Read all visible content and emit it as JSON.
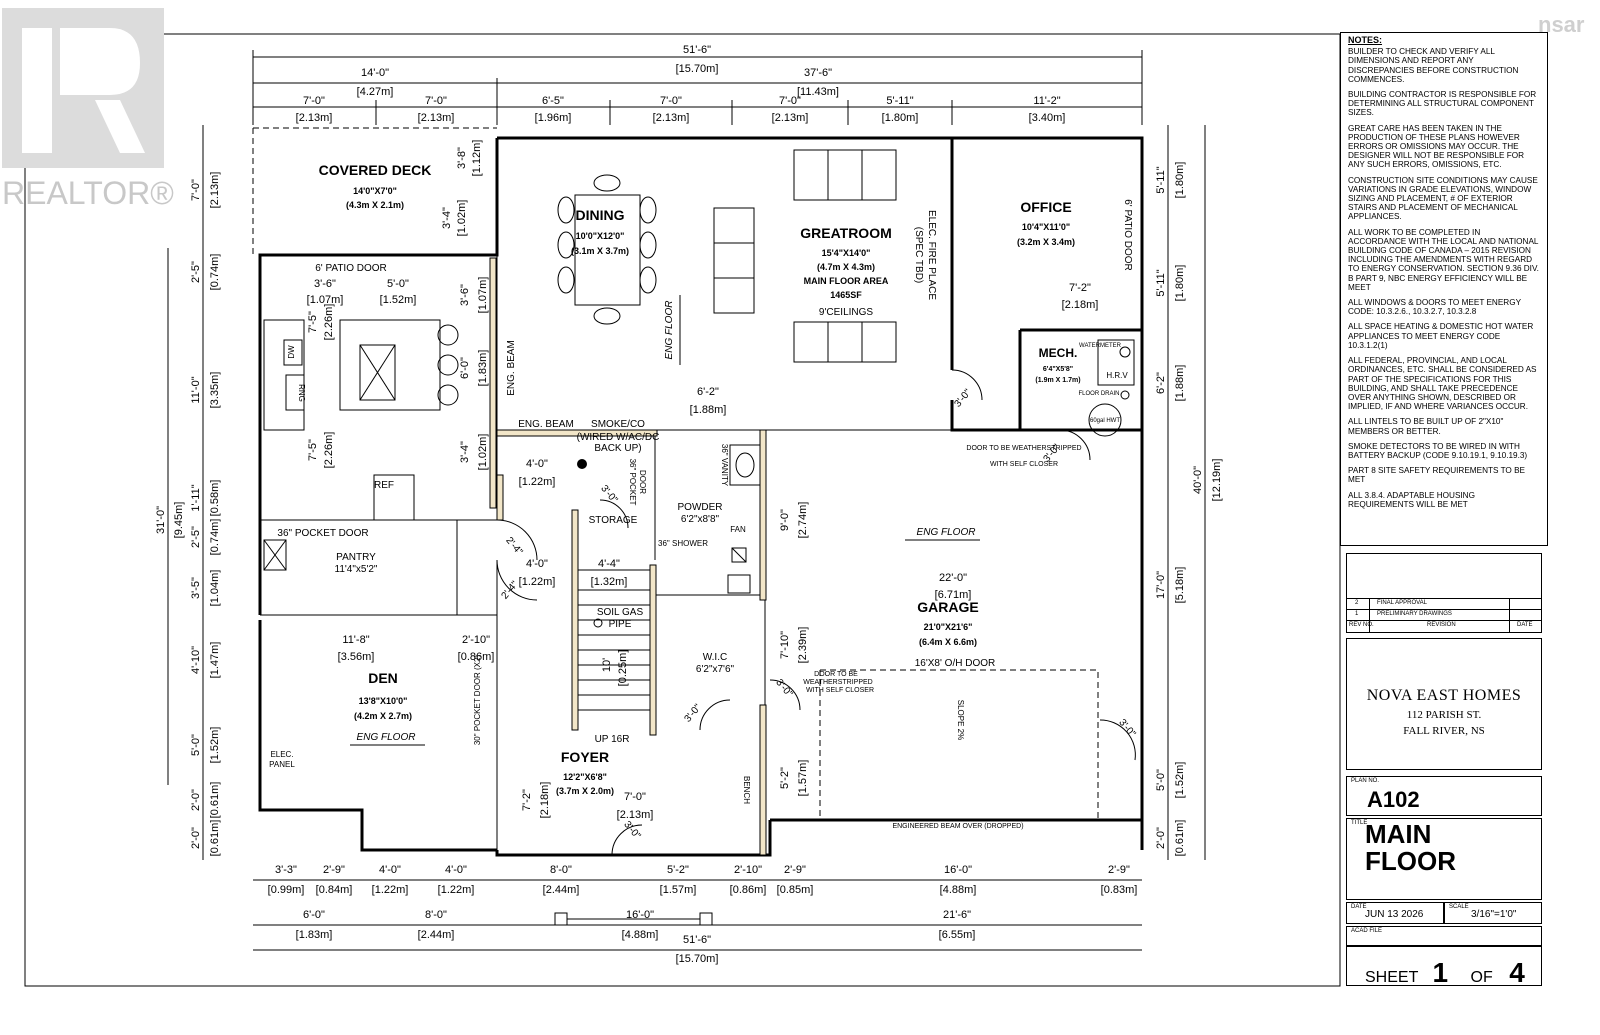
{
  "watermarks": {
    "realtor": "REALTOR®",
    "nsar": "nsar"
  },
  "notes": {
    "heading": "NOTES:",
    "items": [
      "BUILDER TO CHECK AND VERIFY ALL DIMENSIONS AND REPORT ANY DISCREPANCIES BEFORE CONSTRUCTION COMMENCES.",
      "BUILDING CONTRACTOR IS RESPONSIBLE FOR DETERMINING ALL STRUCTURAL COMPONENT SIZES.",
      "GREAT CARE HAS BEEN TAKEN IN THE PRODUCTION OF THESE PLANS HOWEVER ERRORS OR OMISSIONS MAY OCCUR. THE DESIGNER WILL NOT BE RESPONSIBLE FOR ANY SUCH ERRORS, OMISSIONS, ETC.",
      "CONSTRUCTION SITE CONDITIONS MAY CAUSE VARIATIONS IN GRADE ELEVATIONS, WINDOW SIZING AND PLACEMENT, # OF EXTERIOR STAIRS AND PLACEMENT OF MECHANICAL APPLIANCES.",
      "ALL WORK TO BE COMPLETED IN ACCORDANCE WITH THE LOCAL AND NATIONAL BUILDING CODE OF CANADA – 2015 REVISION INCLUDING THE AMENDMENTS WITH REGARD TO ENERGY CONSERVATION. SECTION 9.36 DIV. B PART 9, NBC ENERGY EFFICIENCY WILL BE MEET",
      "ALL WINDOWS & DOORS TO MEET ENERGY CODE: 10.3.2.6., 10.3.2.7, 10.3.2.8",
      "ALL SPACE HEATING & DOMESTIC HOT WATER APPLIANCES TO MEET ENERGY CODE 10.3.1.2(1)",
      "ALL FEDERAL, PROVINCIAL, AND LOCAL ORDINANCES, ETC. SHALL BE CONSIDERED AS PART OF THE SPECIFICATIONS FOR THIS BUILDING, AND SHALL TAKE PRECEDENCE OVER ANYTHING SHOWN, DESCRIBED OR IMPLIED, IF AND WHERE VARIANCES OCCUR.",
      "ALL LINTELS TO BE BUILT UP OF 2\"X10\" MEMBERS OR BETTER.",
      "SMOKE DETECTORS TO BE WIRED IN WITH BATTERY BACKUP (CODE 9.10.19.1, 9.10.19.3)",
      "PART 8 SITE SAFETY REQUIREMENTS TO BE MET",
      "ALL 3.8.4. ADAPTABLE HOUSING REQUIREMENTS WILL BE MET"
    ]
  },
  "revisions": {
    "rows": [
      {
        "no": "2",
        "desc": "FINAL APPROVAL"
      },
      {
        "no": "1",
        "desc": "PRELIMINARY DRAWINGS"
      }
    ],
    "headers": {
      "no": "REV NO.",
      "desc": "REVISION",
      "date": "DATE"
    }
  },
  "title_block": {
    "company": "NOVA EAST HOMES",
    "address_line1": "112 PARISH ST.",
    "address_line2": "FALL RIVER, NS",
    "plan_no_label": "PLAN NO.",
    "plan_no": "A102",
    "title_label": "TITLE",
    "title_line1": "MAIN",
    "title_line2": "FLOOR",
    "date_label": "DATE",
    "date": "JUN 13 2026",
    "scale_label": "SCALE",
    "scale": "3/16\"=1'0\"",
    "acad_label": "ACAD FILE",
    "sheet_label": "SHEET",
    "sheet_no": "1",
    "of_label": "OF",
    "sheet_total": "4"
  },
  "rooms": {
    "covered_deck": {
      "name": "COVERED DECK",
      "size": "14'0\"X7'0\"",
      "metric": "(4.3m X 2.1m)"
    },
    "dining": {
      "name": "DINING",
      "size": "10'0\"X12'0\"",
      "metric": "(3.1m X 3.7m)"
    },
    "greatroom": {
      "name": "GREATROOM",
      "size": "15'4\"X14'0\"",
      "metric": "(4.7m X 4.3m)",
      "area_label": "MAIN FLOOR AREA",
      "area": "1465SF",
      "ceilings": "9'CEILINGS"
    },
    "office": {
      "name": "OFFICE",
      "size": "10'4\"X11'0\"",
      "metric": "(3.2m X 3.4m)"
    },
    "mech": {
      "name": "MECH.",
      "size": "6'4\"X5'8\"",
      "metric": "(1.9m X 1.7m)"
    },
    "powder": {
      "name": "POWDER",
      "size": "6'2\"x8'8\""
    },
    "pantry": {
      "name": "PANTRY",
      "size": "11'4\"x5'2\""
    },
    "garage": {
      "name": "GARAGE",
      "size": "21'0\"X21'6\"",
      "metric": "(6.4m X 6.6m)"
    },
    "den": {
      "name": "DEN",
      "size": "13'8\"X10'0\"",
      "metric": "(4.2m X 2.7m)"
    },
    "wic": {
      "name": "W.I.C",
      "size": "6'2\"x7'6\""
    },
    "foyer": {
      "name": "FOYER",
      "size": "12'2\"X6'8\"",
      "metric": "(3.7m X 2.0m)"
    }
  },
  "labels": {
    "patio_door_top": "6' PATIO DOOR",
    "patio_door_office": "6' PATIO DOOR",
    "elec_fireplace": "ELEC. FIRE PLACE",
    "spec_tbd": "(SPEC TBD)",
    "eng_beam_vert": "ENG. BEAM",
    "eng_beam_horiz": "ENG. BEAM",
    "smoke": "SMOKE/CO",
    "smoke2": "(WIRED W/AC/DC",
    "smoke3": "BACK UP)",
    "eng_floor_1": "ENG FLOOR",
    "eng_floor_2": "ENG FLOOR",
    "eng_floor_3": "ENG FLOOR",
    "door_weather_1": "DOOR TO BE WEATHERSTRIPPED",
    "door_weather_1b": "WITH SELF CLOSER",
    "door_weather_2": "DOOR TO BE",
    "door_weather_2b": "WEATHERSTRIPPED",
    "door_weather_2c": "WITH SELF CLOSER",
    "ohdoor": "16'X8' O/H DOOR",
    "slope": "SLOPE 2%",
    "eng_beam_over": "ENGINEERED BEAM OVER (DROPPED)",
    "storage": "STORAGE",
    "pocket_door": "36\" POCKET DOOR",
    "shower": "36\" SHOWER",
    "vanity": "36\" VANITY",
    "fan": "FAN",
    "soil_gas": "SOIL GAS",
    "pipe": "PIPE",
    "up": "UP 16R",
    "bench": "BENCH",
    "elec_panel": "ELEC.",
    "elec_panel2": "PANEL",
    "pocket_x2": "30\" POCKET DOOR (X2)",
    "pocket_36a": "36\" POCKET",
    "pocket_36b": "DOOR",
    "ref": "REF",
    "dw": "DW",
    "rng": "RNG",
    "hrv": "H.R.V",
    "watermeter": "WATERMETER",
    "floor_drain": "FLOOR DRAIN",
    "hwt": "60gal HWT",
    "door30a": "3'-0\"",
    "door30b": "3'-0\"",
    "door30c": "3'-0\"",
    "door30d": "3'-0\"",
    "door30e": "3'-0\"",
    "door30f": "3'-0\"",
    "door30g": "3'-0\"",
    "door30h": "3'-0\"",
    "door24": "2'-4\"",
    "door24b": "2'-4\""
  },
  "dims": {
    "top_total": "51'-6\"",
    "top_total_m": "[15.70m]",
    "top_a": "14'-0\"",
    "top_a_m": "[4.27m]",
    "top_b": "37'-6\"",
    "top_b_m": "[11.43m]",
    "t1": "7'-0\"",
    "t1m": "[2.13m]",
    "t2": "7'-0\"",
    "t2m": "[2.13m]",
    "t3": "6'-5\"",
    "t3m": "[1.96m]",
    "t4": "7'-0\"",
    "t4m": "[2.13m]",
    "t5": "7'-0\"",
    "t5m": "[2.13m]",
    "t6": "5'-11\"",
    "t6m": "[1.80m]",
    "t7": "11'-2\"",
    "t7m": "[3.40m]",
    "bot_total": "51'-6\"",
    "bot_total_m": "[15.70m]",
    "bA": "6'-0\"",
    "bAm": "[1.83m]",
    "bB": "8'-0\"",
    "bBm": "[2.44m]",
    "bC": "16'-0\"",
    "bCm": "[4.88m]",
    "bD": "21'-6\"",
    "bDm": "[6.55m]",
    "b1": "3'-3\"",
    "b1m": "[0.99m]",
    "b2": "2'-9\"",
    "b2m": "[0.84m]",
    "b3": "4'-0\"",
    "b3m": "[1.22m]",
    "b4": "4'-0\"",
    "b4m": "[1.22m]",
    "b5": "8'-0\"",
    "b5m": "[2.44m]",
    "b6": "5'-2\"",
    "b6m": "[1.57m]",
    "b7": "2'-10\"",
    "b7m": "[0.86m]",
    "b8": "2'-9\"",
    "b8m": "[0.85m]",
    "b9": "16'-0\"",
    "b9m": "[4.88m]",
    "b10": "2'-9\"",
    "b10m": "[0.83m]",
    "l_total": "31'-0\"",
    "l_total_m": "[9.45m]",
    "l1": "7'-0\"",
    "l1m": "[2.13m]",
    "l2": "2'-5\"",
    "l2m": "[0.74m]",
    "l3": "11'-0\"",
    "l3m": "[3.35m]",
    "l4": "1'-11\"",
    "l4m": "[0.58m]",
    "l5": "2'-5\"",
    "l5m": "[0.74m]",
    "l6": "3'-5\"",
    "l6m": "[1.04m]",
    "l7": "4'-10\"",
    "l7m": "[1.47m]",
    "l8": "5'-0\"",
    "l8m": "[1.52m]",
    "l9": "2'-0\"",
    "l9m": "[0.61m]",
    "l10": "2'-0\"",
    "l10m": "[0.61m]",
    "r_total": "40'-0\"",
    "r_total_m": "[12.19m]",
    "r1": "5'-11\"",
    "r1m": "[1.80m]",
    "r2": "5'-11\"",
    "r2m": "[1.80m]",
    "r3": "6'-2\"",
    "r3m": "[1.88m]",
    "r4": "17'-0\"",
    "r4m": "[5.18m]",
    "r5": "5'-0\"",
    "r5m": "[1.52m]",
    "r6": "2'-0\"",
    "r6m": "[0.61m]",
    "deck_a": "3'-8\"",
    "deck_am": "[1.12m]",
    "deck_b": "3'-4\"",
    "deck_bm": "[1.02m]",
    "k1": "3'-6\"",
    "k1m": "[1.07m]",
    "k2": "5'-0\"",
    "k2m": "[1.52m]",
    "k3": "3'-6\"",
    "k3m": "[1.07m]",
    "k4": "7'-5\"",
    "k4m": "[2.26m]",
    "k5": "6'-0\"",
    "k5m": "[1.83m]",
    "k6": "7'-5\"",
    "k6m": "[2.26m]",
    "k7": "3'-4\"",
    "k7m": "[1.02m]",
    "office_w": "7'-2\"",
    "office_wm": "[2.18m]",
    "g1": "6'-2\"",
    "g1m": "[1.88m]",
    "h1": "4'-0\"",
    "h1m": "[1.22m]",
    "h2": "4'-0\"",
    "h2m": "[1.22m]",
    "h3": "4'-4\"",
    "h3m": "[1.32m]",
    "gar_w": "22'-0\"",
    "gar_wm": "[6.71m]",
    "gar_v1": "9'-0\"",
    "gar_v1m": "[2.74m]",
    "gar_v2": "7'-10\"",
    "gar_v2m": "[2.39m]",
    "gar_v3": "5'-2\"",
    "gar_v3m": "[1.57m]",
    "den_w": "11'-8\"",
    "den_wm": "[3.56m]",
    "den_w2": "2'-10\"",
    "den_w2m": "[0.86m]",
    "foyer_w": "7'-0\"",
    "foyer_wm": "[2.13m]",
    "foyer_h": "7'-2\"",
    "foyer_hm": "[2.18m]",
    "stair": "10'",
    "stair_m": "[0.25m]"
  }
}
